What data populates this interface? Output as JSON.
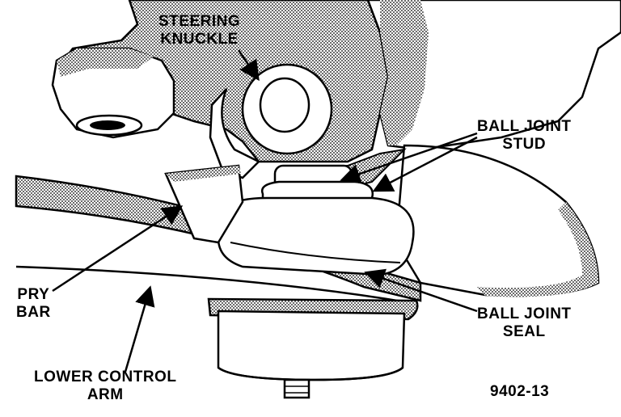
{
  "labels": {
    "steering_knuckle": {
      "line1": "STEERING",
      "line2": "KNUCKLE"
    },
    "ball_joint_stud": {
      "line1": "BALL JOINT",
      "line2": "STUD"
    },
    "pry_bar": {
      "line1": "PRY",
      "line2": "BAR"
    },
    "ball_joint_seal": {
      "line1": "BALL JOINT",
      "line2": "SEAL"
    },
    "lower_control_arm": {
      "line1": "LOWER CONTROL",
      "line2": "ARM"
    }
  },
  "figure_number": "9402-13",
  "colors": {
    "ink": "#000000",
    "paper": "#ffffff",
    "shade": "#7a7a7a"
  },
  "icons": [
    "leader-arrow"
  ]
}
